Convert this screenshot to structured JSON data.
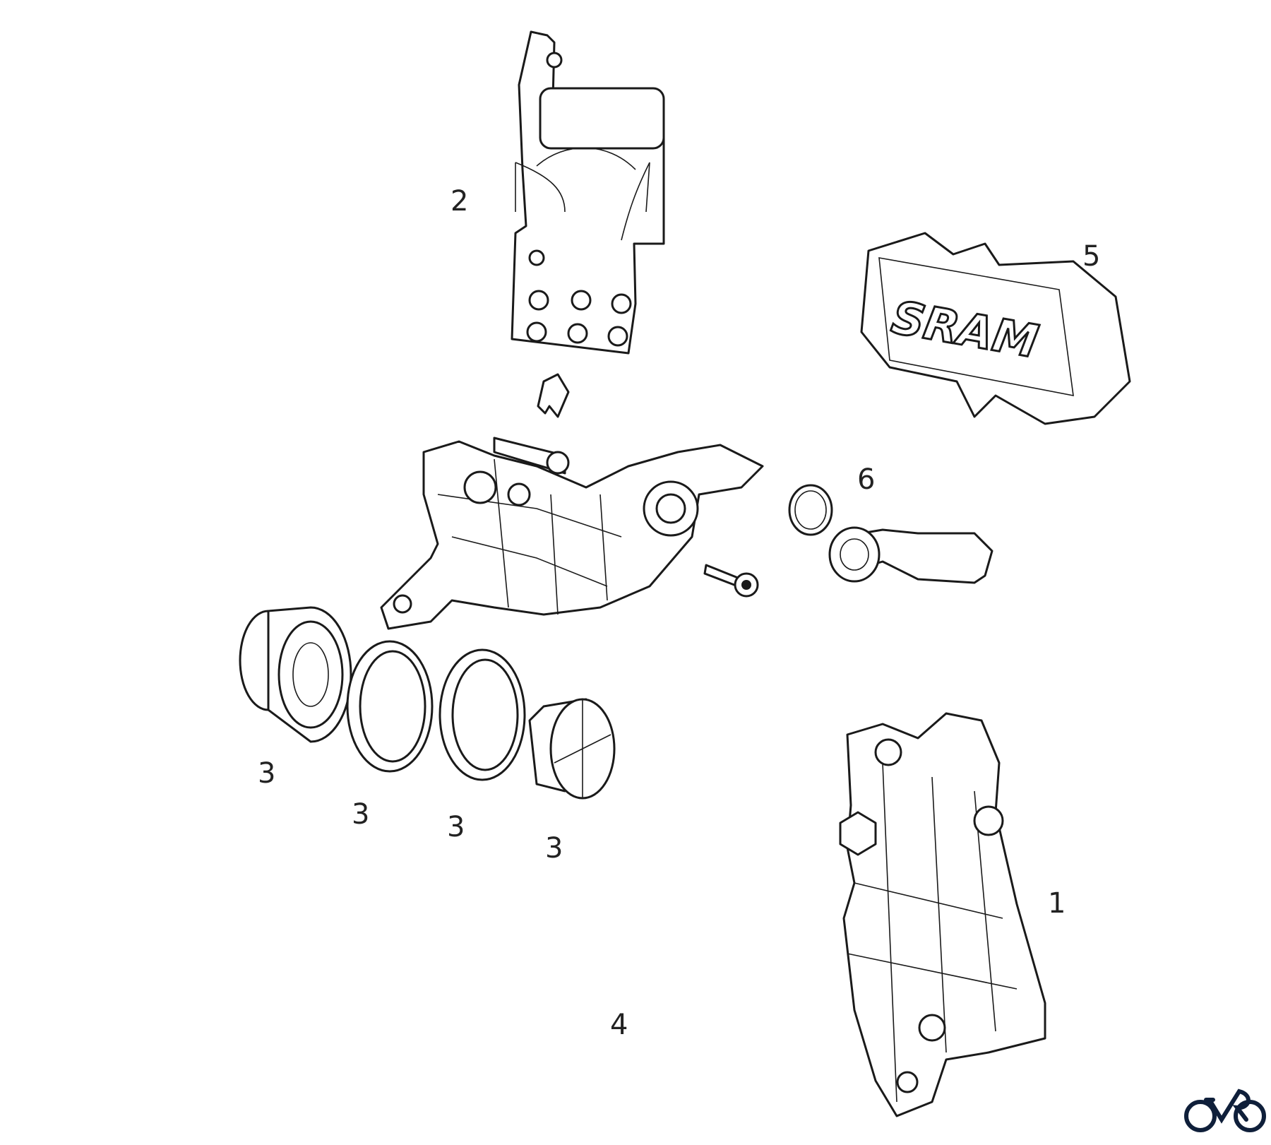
{
  "diagram": {
    "callouts": [
      "1",
      "2",
      "3",
      "3",
      "3",
      "3",
      "4",
      "5",
      "6"
    ],
    "pad_brand": "SRAM",
    "logo": "bike-logo-icon",
    "colors": {
      "line": "#1a1a1a",
      "logo": "#0f1f3a"
    }
  }
}
